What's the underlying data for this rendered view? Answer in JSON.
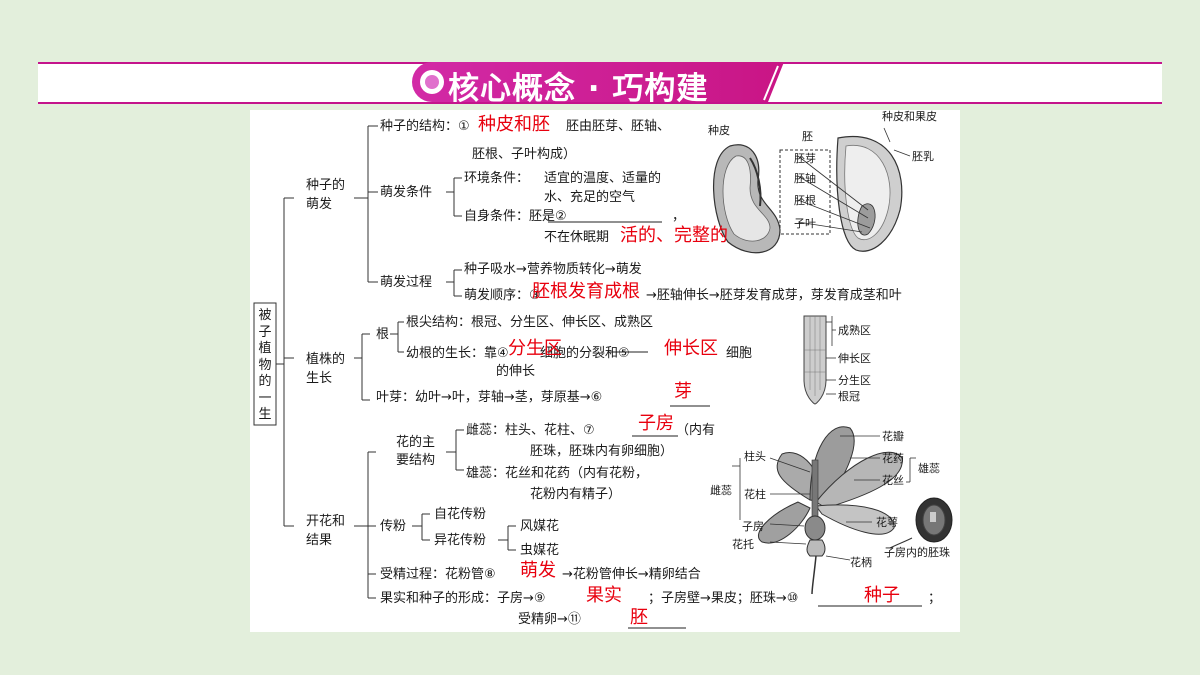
{
  "header": {
    "title": "核心概念 · 巧构建"
  },
  "root": "被子植物的一生",
  "seed": {
    "title": "种子的萌发",
    "structure": {
      "label": "种子的结构：①",
      "cont1": "胚由胚芽、胚轴、",
      "cont2": "胚根、子叶构成）",
      "answer": "种皮和胚"
    },
    "conditions": {
      "label": "萌发条件",
      "env_label": "环境条件：",
      "env_text1": "适宜的温度、适量的",
      "env_text2": "水、充足的空气",
      "self_label": "自身条件：胚是②",
      "self_comma": "，",
      "self_text2": "不在休眠期",
      "self_answer": "活的、完整的"
    },
    "process": {
      "label": "萌发过程",
      "line1": "种子吸水→营养物质转化→萌发",
      "line2_pre": "萌发顺序：③",
      "line2_post": "→胚轴伸长→胚芽发育成芽，芽发育成茎和叶",
      "answer": "胚根发育成根"
    }
  },
  "plant": {
    "title": "植株的生长",
    "root_label": "根",
    "root_tip": "根尖结构：根冠、分生区、伸长区、成熟区",
    "young_pre": "幼根的生长：靠④",
    "young_mid": "细胞的分裂和⑤",
    "young_post": "细胞",
    "young_line2": "的伸长",
    "answer4": "分生区",
    "answer5": "伸长区",
    "bud": "叶芽：幼叶→叶，芽轴→茎，芽原基→⑥",
    "answer6": "芽"
  },
  "flower": {
    "title": "开花和结果",
    "main_label": "花的主要结构",
    "pistil1_pre": "雌蕊：柱头、花柱、⑦",
    "pistil1_post": "（内有",
    "pistil2": "胚珠，胚珠内有卵细胞）",
    "answer7": "子房",
    "stamen1": "雄蕊：花丝和花药（内有花粉，",
    "stamen2": "花粉内有精子）",
    "pollination": "传粉",
    "self_pol": "自花传粉",
    "cross_pol": "异花传粉",
    "wind": "风媒花",
    "insect": "虫媒花",
    "fert_pre": "受精过程：花粉管⑧",
    "fert_post": "→花粉管伸长→精卵结合",
    "answer8": "萌发",
    "fruit_pre": "果实和种子的形成：子房→⑨",
    "fruit_mid": "；子房壁→果皮；胚珠→⑩",
    "fruit_end": "；",
    "answer9": "果实",
    "answer10": "种子",
    "egg": "受精卵→⑪",
    "answer11": "胚"
  },
  "seed_labels": [
    "种皮",
    "胚",
    "胚芽",
    "胚轴",
    "胚根",
    "子叶",
    "种皮和果皮",
    "胚乳"
  ],
  "root_labels": [
    "成熟区",
    "伸长区",
    "分生区",
    "根冠"
  ],
  "flower_labels": [
    "花瓣",
    "柱头",
    "花药",
    "花丝",
    "雄蕊",
    "雌蕊",
    "花柱",
    "子房",
    "花托",
    "花萼",
    "花柄",
    "子房内的胚珠"
  ],
  "colors": {
    "accent": "#c4148c",
    "answer": "#e8000e",
    "background": "#e3efdc"
  }
}
